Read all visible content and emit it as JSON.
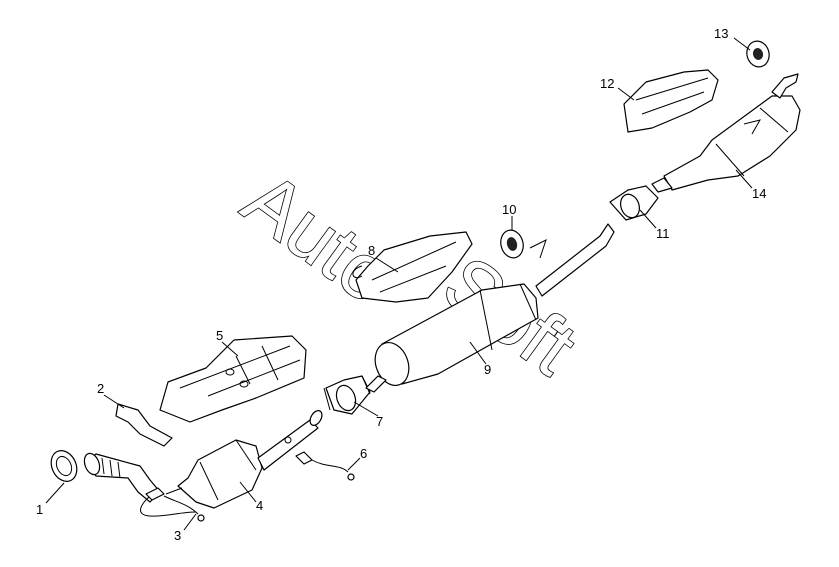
{
  "watermark": {
    "word1": "Auto",
    "word2": "Soft"
  },
  "callouts": [
    {
      "number": "1"
    },
    {
      "number": "2"
    },
    {
      "number": "3"
    },
    {
      "number": "4"
    },
    {
      "number": "5"
    },
    {
      "number": "6"
    },
    {
      "number": "7"
    },
    {
      "number": "8"
    },
    {
      "number": "9"
    },
    {
      "number": "10"
    },
    {
      "number": "11"
    },
    {
      "number": "12"
    },
    {
      "number": "13"
    },
    {
      "number": "14"
    }
  ]
}
